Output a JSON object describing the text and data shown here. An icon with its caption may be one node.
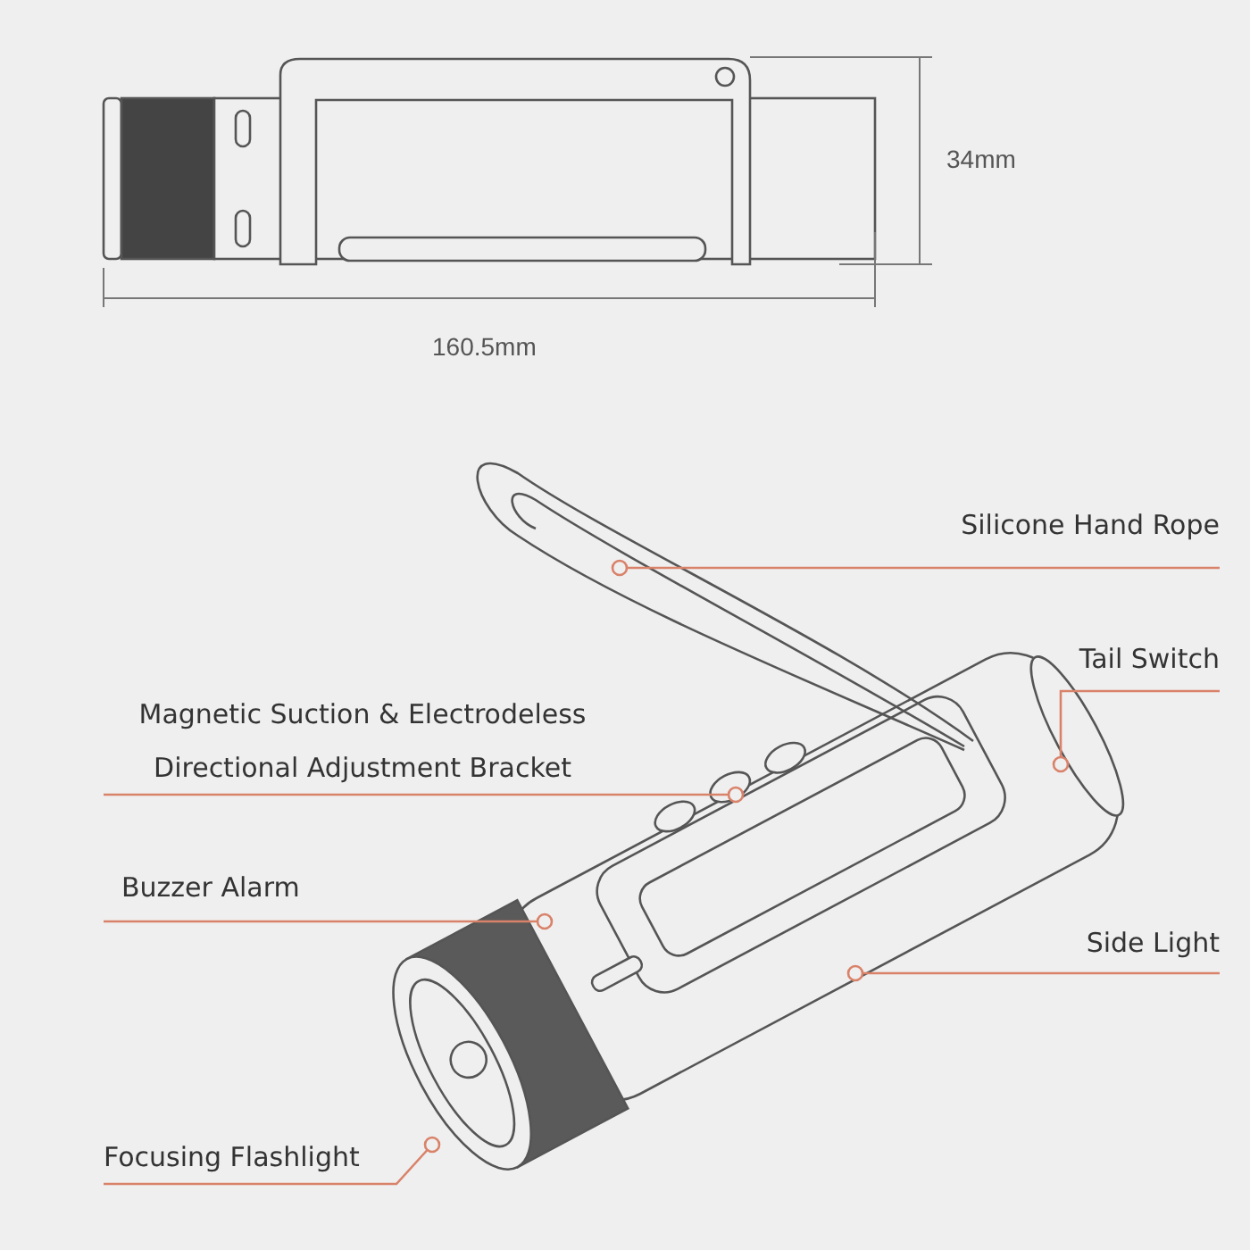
{
  "diagram": {
    "nodes": [
      {
        "text": [
          "Silicone Hand Rope"
        ]
      },
      {
        "text": [
          "Tail Switch"
        ]
      },
      {
        "text": [
          "Magnetic Suction & Electrodeless Directional Adjustment Bracket"
        ]
      },
      {
        "text": [
          "Buzzer Alarm"
        ]
      },
      {
        "text": [
          "Side Light"
        ]
      },
      {
        "text": [
          "Focusing Flashlight"
        ]
      }
    ],
    "edges": [
      {
        "from": 0,
        "to": null,
        "arrow": "other"
      },
      {
        "from": 1,
        "to": null,
        "arrow": "other"
      },
      {
        "from": 2,
        "to": null,
        "arrow": "other"
      },
      {
        "from": 3,
        "to": null,
        "arrow": "other"
      },
      {
        "from": 4,
        "to": null,
        "arrow": "other"
      },
      {
        "from": 5,
        "to": null,
        "arrow": "other"
      }
    ],
    "labels": [
      "34mm",
      "160.5mm"
    ]
  }
}
